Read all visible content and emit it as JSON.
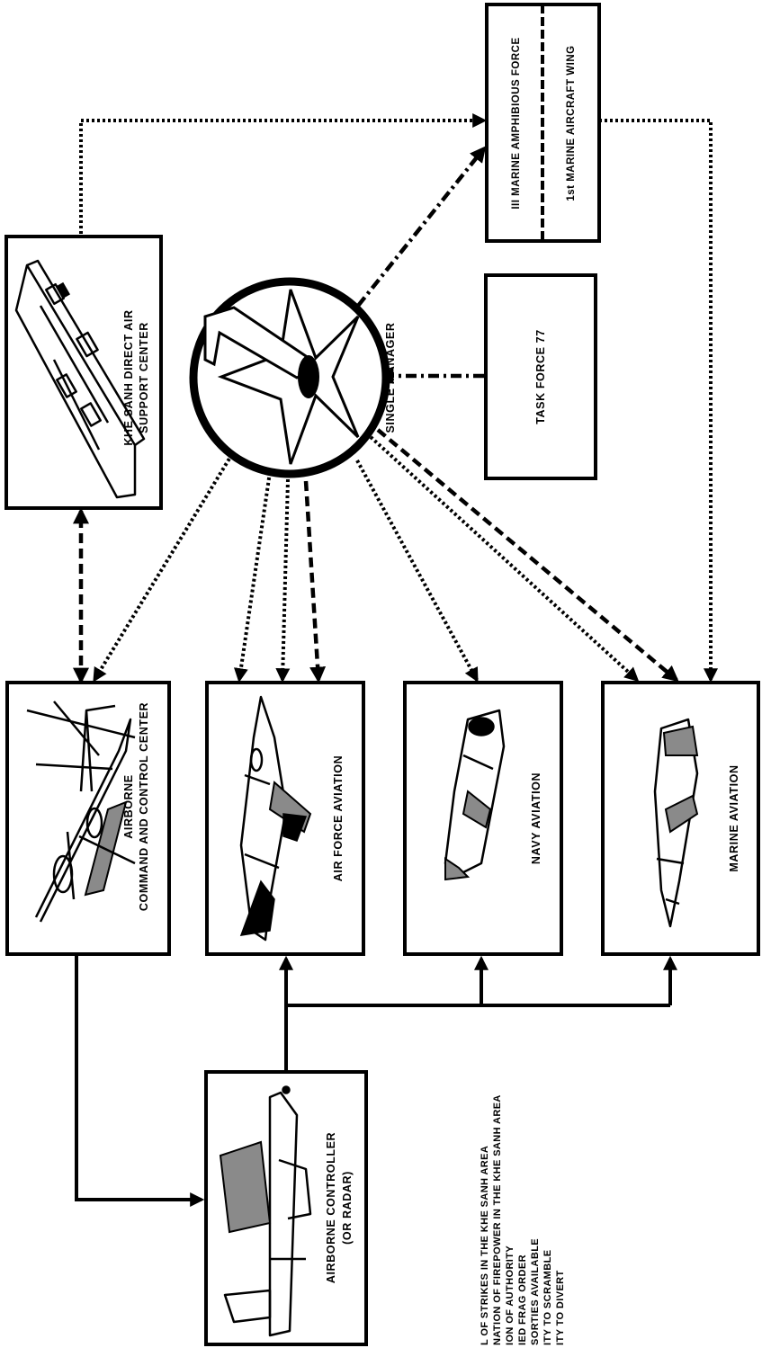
{
  "nodes": {
    "airborne_controller": "AIRBORNE CONTROLLER",
    "airborne_controller_sub": "(OR RADAR)",
    "abccc_line1": "AIRBORNE",
    "abccc_line2": "COMMAND AND CONTROL CENTER",
    "air_force": "AIR FORCE AVIATION",
    "navy": "NAVY AVIATION",
    "marine": "MARINE AVIATION",
    "dasc_line1": "KHE SANH DIRECT AIR",
    "dasc_line2": "SUPPORT CENTER",
    "single_manager": "SINGLE MANAGER",
    "task_force": "TASK FORCE 77",
    "maf": "III MARINE AMPHIBIOUS FORCE",
    "maw": "1st MARINE AIRCRAFT WING"
  },
  "legend": [
    "L OF STRIKES IN THE KHE SANH AREA",
    "NATION OF FIREPOWER IN THE KHE SANH AREA",
    "ION OF AUTHORITY",
    "IED FRAG ORDER",
    "SORTIES AVAILABLE",
    "ITY TO SCRAMBLE",
    "ITY TO DIVERT"
  ]
}
